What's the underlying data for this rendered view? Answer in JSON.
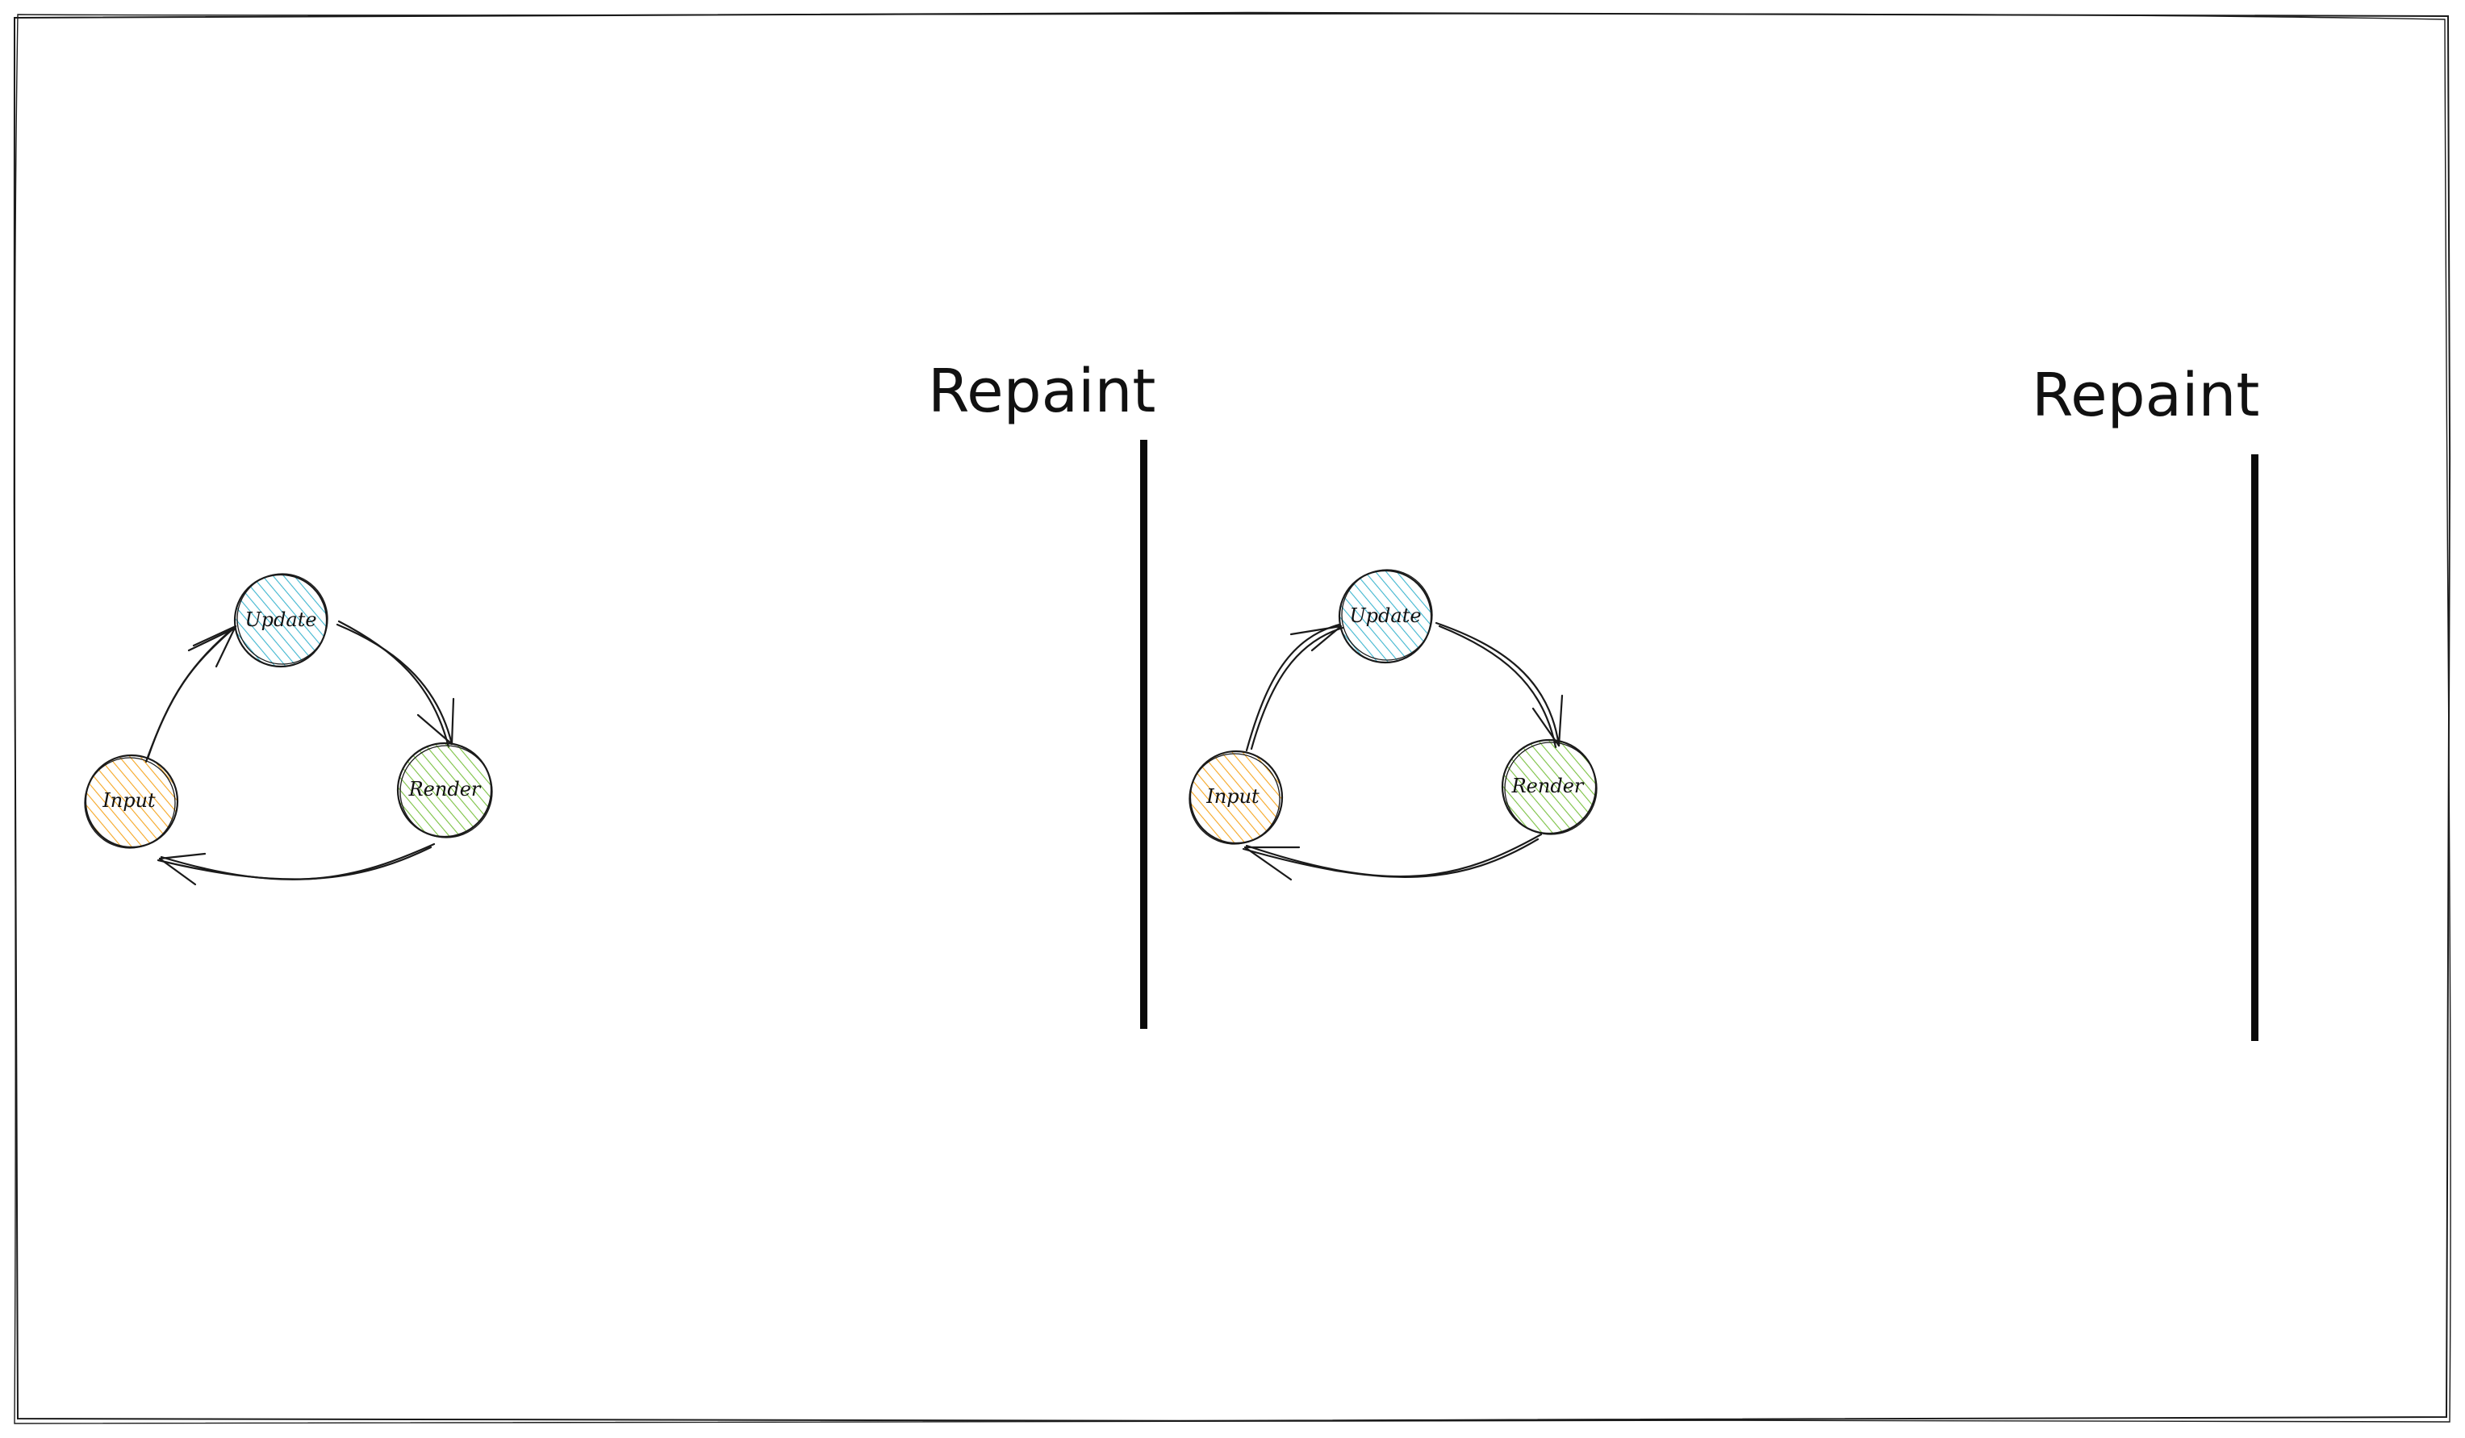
{
  "diagram": {
    "colors": {
      "stroke": "#1a1a1a",
      "input_fill": "#f5a623",
      "update_fill": "#3fb6cf",
      "render_fill": "#7bc142",
      "background": "#ffffff"
    },
    "loops": [
      {
        "nodes": {
          "input": {
            "label": "Input"
          },
          "update": {
            "label": "Update"
          },
          "render": {
            "label": "Render"
          }
        }
      },
      {
        "nodes": {
          "input": {
            "label": "Input"
          },
          "update": {
            "label": "Update"
          },
          "render": {
            "label": "Render"
          }
        }
      }
    ],
    "markers": [
      {
        "label": "Repaint"
      },
      {
        "label": "Repaint"
      }
    ]
  }
}
